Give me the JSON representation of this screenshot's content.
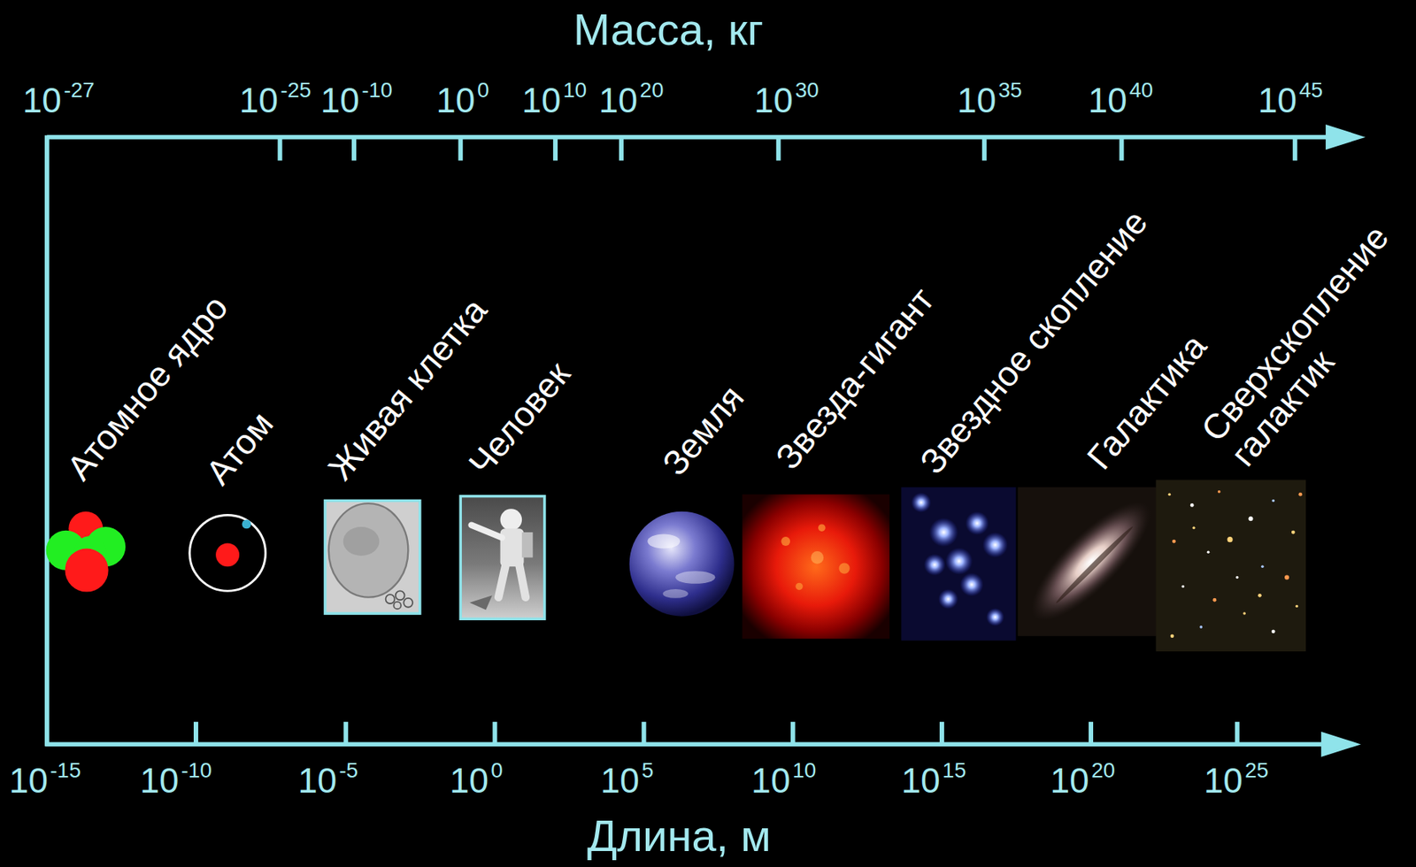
{
  "diagram": {
    "labels": [
      "Масса, кг",
      "10",
      "-27",
      "10",
      "-25",
      "10",
      "-10",
      "10",
      "0",
      "10",
      "10",
      "10",
      "20",
      "10",
      "30",
      "10",
      "35",
      "10",
      "40",
      "10",
      "45",
      "Атомное ядро",
      "Атом",
      "Живая клетка",
      "Человек",
      "Земля",
      "Звезда-гигант",
      "Звездное скопление",
      "Галактика",
      "Сверхскопление галактик",
      "10",
      "-15",
      "10",
      "-10",
      "10",
      "-5",
      "10",
      "0",
      "10",
      "5",
      "10",
      "10",
      "10",
      "15",
      "10",
      "20",
      "10",
      "25",
      "Длина, м"
    ]
  }
}
